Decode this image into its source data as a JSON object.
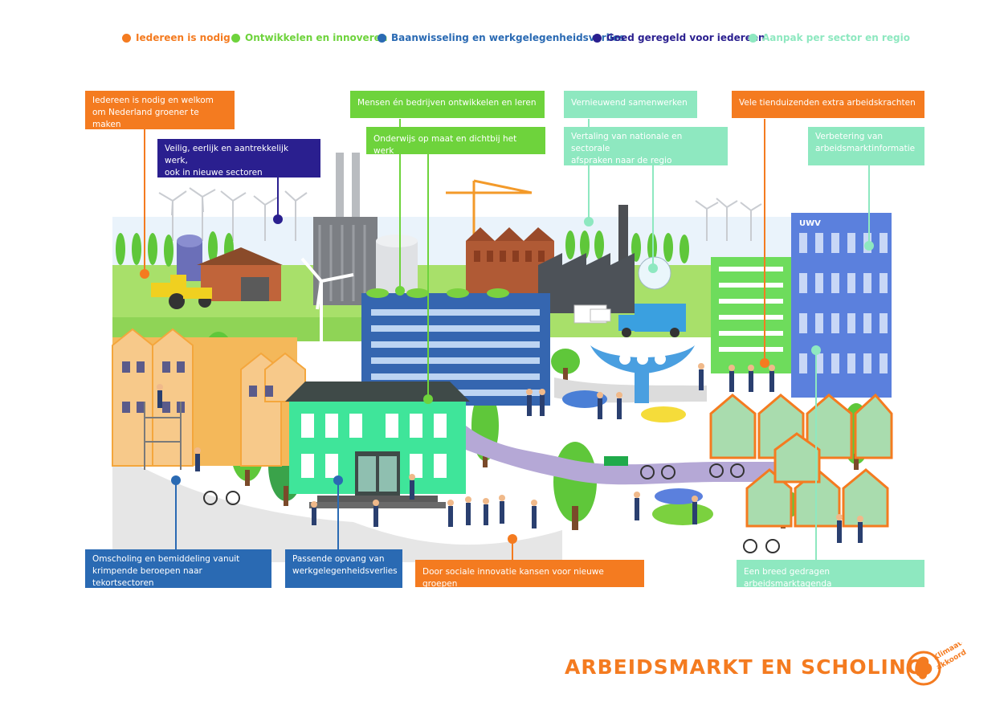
{
  "legend": [
    {
      "label": "Iedereen is nodig",
      "color": "#f47b20"
    },
    {
      "label": "Ontwikkelen en innoveren",
      "color": "#6ed33c"
    },
    {
      "label": "Baanwisseling en werkgelegenheidsverlies",
      "color": "#2a6ab3"
    },
    {
      "label": "Goed geregeld voor iedereen",
      "color": "#2a1f8f"
    },
    {
      "label": "Aanpak per sector en regio",
      "color": "#8ee8c0"
    }
  ],
  "labels": {
    "iedereen_nodig": {
      "line1": "Iedereen is nodig en welkom",
      "line2": "om Nederland groener te maken"
    },
    "veilig_werk": {
      "line1": "Veilig, eerlijk en aantrekkelijk werk,",
      "line2": "ook in nieuwe sectoren"
    },
    "mensen_bedrijven": "Mensen én bedrijven  ontwikkelen en leren",
    "onderwijs": "Onderwijs op maat en dichtbij het werk",
    "vernieuwend": "Vernieuwend samenwerken",
    "vertaling": {
      "line1": "Vertaling van nationale en sectorale",
      "line2": "afspraken naar de regio"
    },
    "tienduizenden": "Vele tienduizenden extra arbeidskrachten",
    "verbetering": {
      "line1": "Verbetering van",
      "line2": "arbeidsmarktinformatie"
    },
    "omscholing": {
      "line1": "Omscholing en bemiddeling vanuit",
      "line2": "krimpende beroepen naar tekortsectoren"
    },
    "passende": {
      "line1": "Passende opvang van",
      "line2": "werkgelegenheidsverlies"
    },
    "sociale_innovatie": "Door sociale innovatie kansen voor nieuwe groepen",
    "breed": "Een breed gedragen arbeidsmarktagenda"
  },
  "building_sign": "UWV",
  "title": "ARBEIDSMARKT EN SCHOLING",
  "logo_text": {
    "line1": "Klimaat-",
    "line2": "akkoord"
  },
  "colors": {
    "orange": "#f47b20",
    "green": "#6ed33c",
    "blue": "#2a6ab3",
    "navy": "#2a1f8f",
    "mint": "#8ee8c0"
  }
}
